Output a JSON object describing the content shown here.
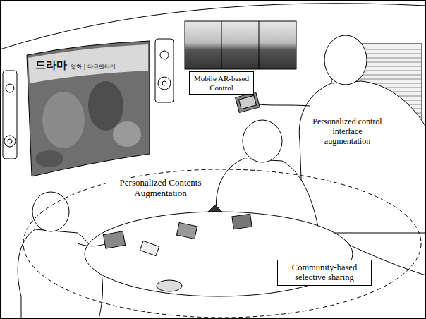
{
  "diagram": {
    "nodes": [
      {
        "text": [
          "Mobile AR-based Control"
        ]
      },
      {
        "text": [
          "Community-based selective sharing"
        ]
      }
    ],
    "labels": [
      "드라마",
      "영화 | 다큐멘터리",
      "Personalized control interface augmentation",
      "Personalized Contents Augmentation"
    ]
  }
}
